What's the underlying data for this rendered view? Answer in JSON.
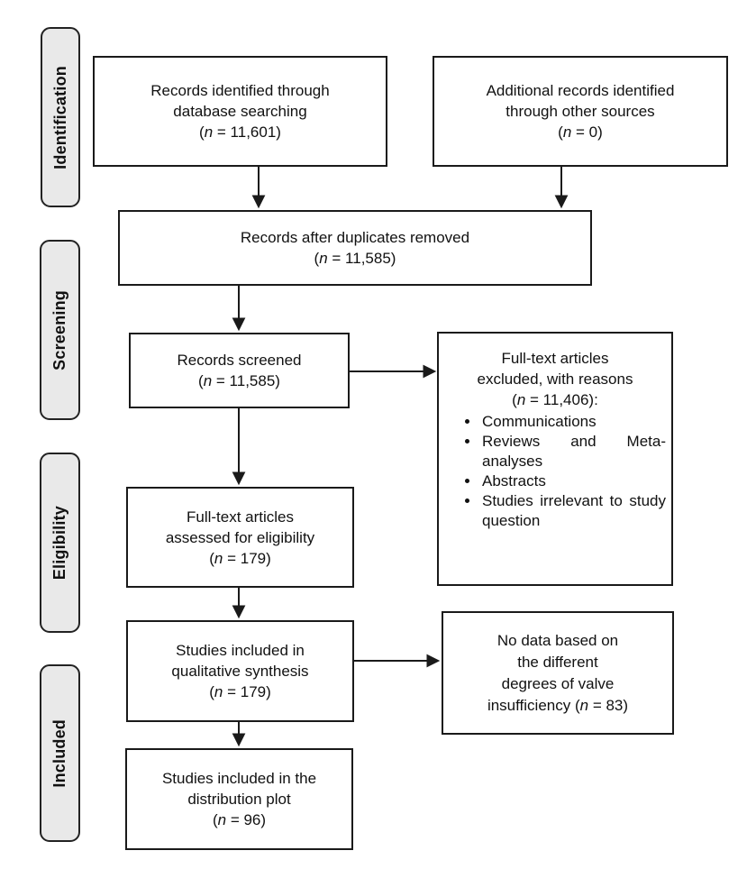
{
  "flowchart": {
    "stages": {
      "identification": "Identification",
      "screening": "Screening",
      "eligibility": "Eligibility",
      "included": "Included"
    },
    "boxes": {
      "identified": {
        "line1": "Records identified through",
        "line2": "database searching",
        "count_open": "(",
        "count_n": "n",
        "count_rest": " = 11,601)"
      },
      "additional": {
        "line1": "Additional records identified",
        "line2": "through other sources",
        "count_open": "(",
        "count_n": "n",
        "count_rest": " = 0)"
      },
      "duplicates": {
        "line1": "Records after duplicates removed",
        "count_open": "(",
        "count_n": "n",
        "count_rest": " = 11,585)"
      },
      "screened": {
        "line1": "Records screened",
        "count_open": "(",
        "count_n": "n",
        "count_rest": " = 11,585)"
      },
      "excluded": {
        "line1": "Full-text articles",
        "line2": "excluded, with reasons",
        "count_open": "(",
        "count_n": "n",
        "count_rest": " = 11,406):",
        "reasons": [
          "Communications",
          "Reviews and Meta-analyses",
          "Abstracts",
          "Studies irrelevant to study question"
        ]
      },
      "assessed": {
        "line1": "Full-text articles",
        "line2": "assessed for eligibility",
        "count_open": "(",
        "count_n": "n",
        "count_rest": " = 179)"
      },
      "qualitative": {
        "line1": "Studies included in",
        "line2": "qualitative synthesis",
        "count_open": "(",
        "count_n": "n",
        "count_rest": " = 179)"
      },
      "nodata": {
        "line1": "No data based on",
        "line2": "the different",
        "line3": "degrees of valve",
        "line4_pre": "insufficiency (",
        "count_n": "n",
        "count_rest": " = 83)"
      },
      "distribution": {
        "line1": "Studies included in the",
        "line2": "distribution plot",
        "count_open": "(",
        "count_n": "n",
        "count_rest": " = 96)"
      }
    },
    "colors": {
      "box_border": "#1a1a1a",
      "stage_fill": "#e9e9e9",
      "stage_border": "#222222",
      "arrow": "#1a1a1a",
      "text": "#111111"
    }
  }
}
